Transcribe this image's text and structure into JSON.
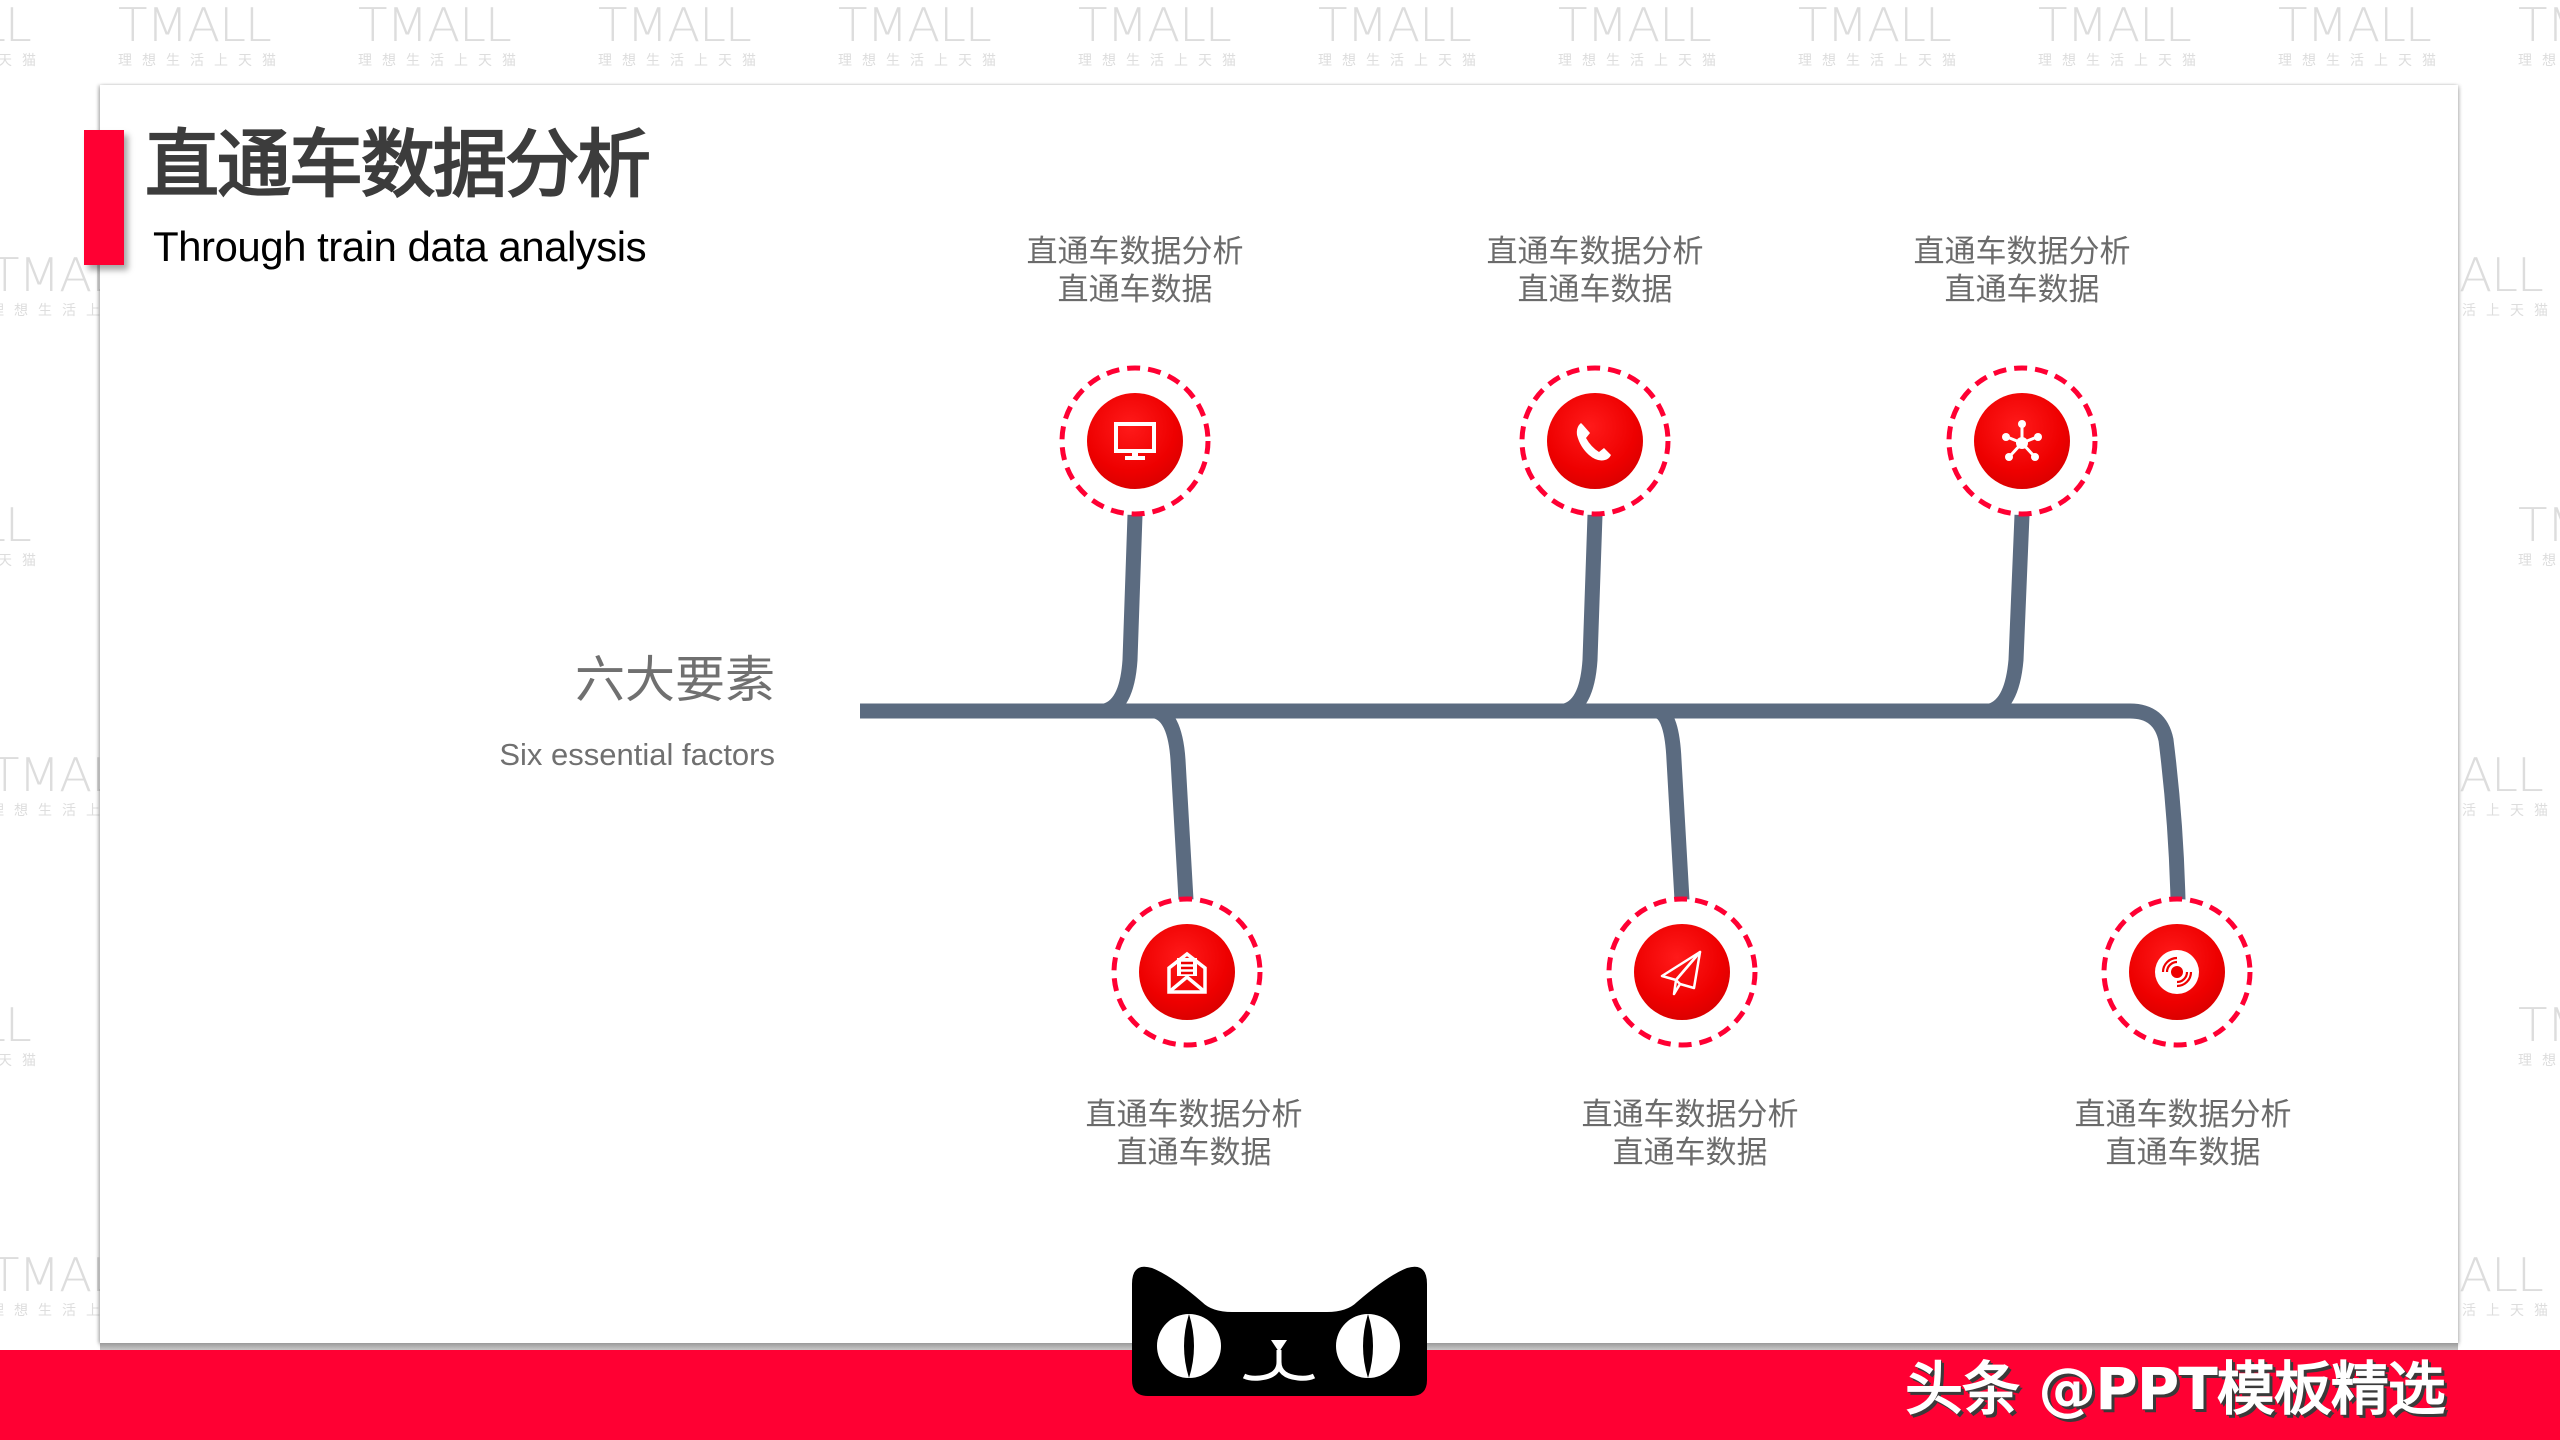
{
  "slide": {
    "title": "直通车数据分析",
    "subtitle": "Through train data analysis",
    "center_label_cn": "六大要素",
    "center_label_en": "Six essential factors"
  },
  "watermark": {
    "brand": "TMALL",
    "tagline": "理想生活上天猫"
  },
  "nodes": [
    {
      "id": "top-1",
      "position": "top",
      "icon": "monitor-icon",
      "line1": "直通车数据分析",
      "line2": "直通车数据"
    },
    {
      "id": "top-2",
      "position": "top",
      "icon": "phone-icon",
      "line1": "直通车数据分析",
      "line2": "直通车数据"
    },
    {
      "id": "top-3",
      "position": "top",
      "icon": "network-icon",
      "line1": "直通车数据分析",
      "line2": "直通车数据"
    },
    {
      "id": "bottom-1",
      "position": "bottom",
      "icon": "mail-icon",
      "line1": "直通车数据分析",
      "line2": "直通车数据"
    },
    {
      "id": "bottom-2",
      "position": "bottom",
      "icon": "paper-plane-icon",
      "line1": "直通车数据分析",
      "line2": "直通车数据"
    },
    {
      "id": "bottom-3",
      "position": "bottom",
      "icon": "disc-icon",
      "line1": "直通车数据分析",
      "line2": "直通车数据"
    }
  ],
  "footer": {
    "logo": "tmall-cat-logo",
    "credit": "头条 @PPT模板精选"
  },
  "colors": {
    "accent_red": "#ff0033",
    "icon_red": "#ee0000",
    "connector": "#5b6b80",
    "title_text": "#3c3c3c",
    "body_text": "#6b6b6b"
  }
}
